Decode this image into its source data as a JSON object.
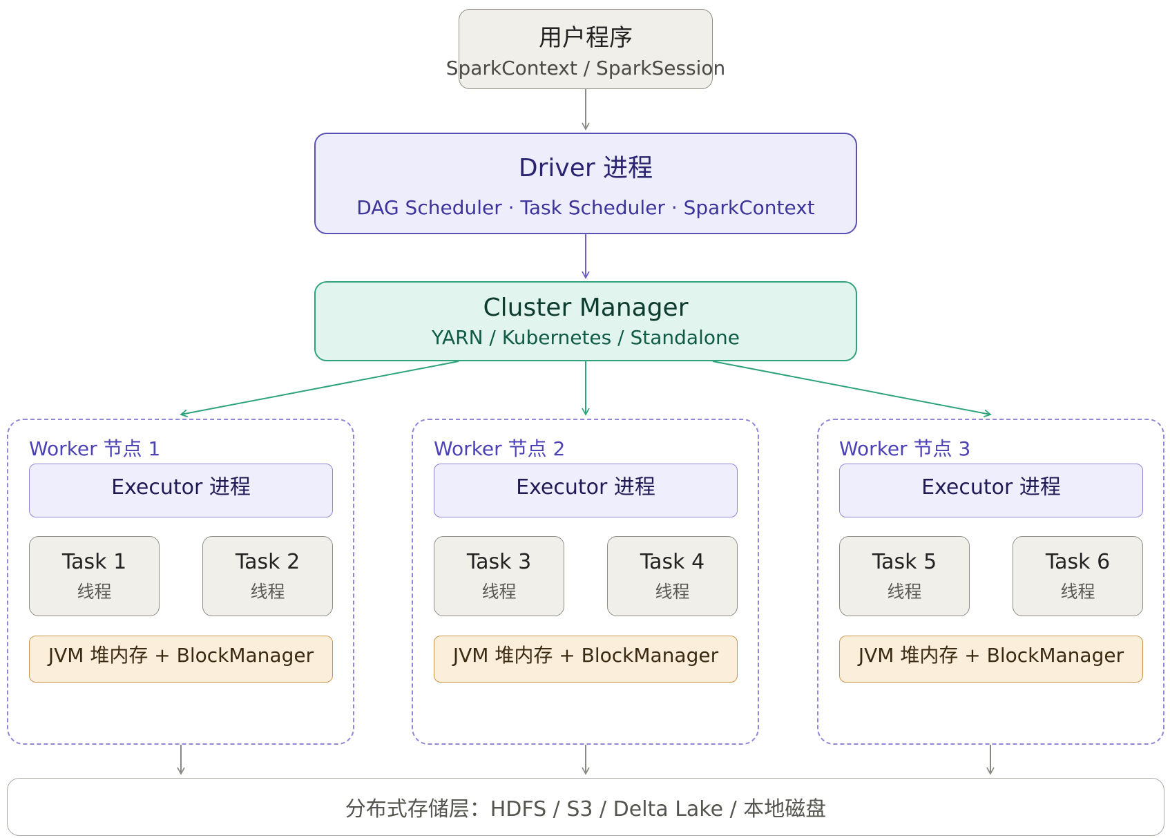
{
  "user": {
    "title": "用户程序",
    "subtitle": "SparkContext / SparkSession"
  },
  "driver": {
    "title": "Driver 进程",
    "subtitle": "DAG Scheduler · Task Scheduler · SparkContext"
  },
  "cluster": {
    "title": "Cluster Manager",
    "subtitle": "YARN / Kubernetes / Standalone"
  },
  "workers": [
    {
      "title": "Worker 节点 1",
      "executor": "Executor 进程",
      "tasks": [
        {
          "name": "Task 1",
          "sub": "线程"
        },
        {
          "name": "Task 2",
          "sub": "线程"
        }
      ],
      "memory": "JVM 堆内存 + BlockManager"
    },
    {
      "title": "Worker 节点 2",
      "executor": "Executor 进程",
      "tasks": [
        {
          "name": "Task 3",
          "sub": "线程"
        },
        {
          "name": "Task 4",
          "sub": "线程"
        }
      ],
      "memory": "JVM 堆内存 + BlockManager"
    },
    {
      "title": "Worker 节点 3",
      "executor": "Executor 进程",
      "tasks": [
        {
          "name": "Task 5",
          "sub": "线程"
        },
        {
          "name": "Task 6",
          "sub": "线程"
        }
      ],
      "memory": "JVM 堆内存 + BlockManager"
    }
  ],
  "storage": {
    "label": "分布式存储层：HDFS / S3 / Delta Lake / 本地磁盘"
  },
  "colors": {
    "neutral_fill": "#f1efe9",
    "neutral_stroke": "#8f8d86",
    "driver_fill": "#eeedfc",
    "driver_stroke": "#5b50b5",
    "cluster_fill": "#e1f5ee",
    "cluster_stroke": "#2da37c",
    "worker_stroke": "#8f86d8",
    "memory_fill": "#fbefdb",
    "memory_stroke": "#c89648",
    "arrow_gray": "#8a8984",
    "arrow_purple": "#6a5fc4",
    "arrow_green": "#2da37c"
  }
}
